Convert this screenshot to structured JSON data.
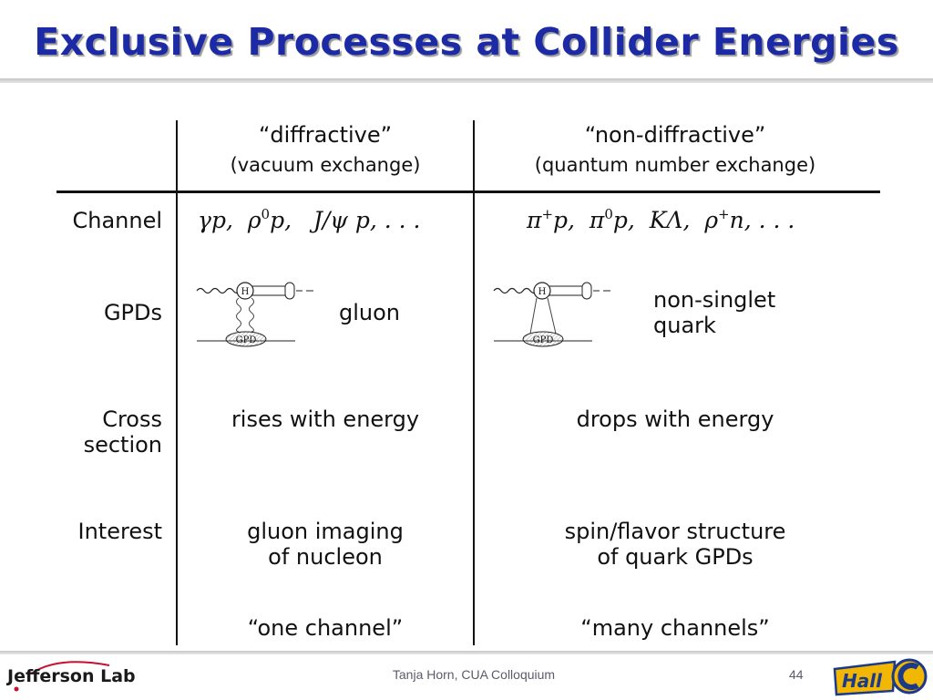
{
  "title": "Exclusive Processes at Collider Energies",
  "columns": {
    "diffractive": {
      "label": "“diffractive”",
      "sub": "(vacuum exchange)"
    },
    "nondiffractive": {
      "label": "“non-diffractive”",
      "sub": "(quantum number exchange)"
    }
  },
  "rows": {
    "channel": {
      "label": "Channel"
    },
    "gpds": {
      "label": "GPDs",
      "diffractive": "gluon",
      "nondiffractive_line1": "non-singlet",
      "nondiffractive_line2": "quark"
    },
    "cross": {
      "label_line1": "Cross",
      "label_line2": "section",
      "diffractive": "rises with energy",
      "nondiffractive": "drops with energy"
    },
    "interest": {
      "label": "Interest",
      "diffractive_line1": "gluon imaging",
      "diffractive_line2": "of nucleon",
      "nondiffractive_line1": "spin/flavor structure",
      "nondiffractive_line2": "of quark GPDs"
    },
    "summary": {
      "diffractive": "“one channel”",
      "nondiffractive": "“many channels”"
    }
  },
  "channels": {
    "diffractive": {
      "a": "γp,",
      "b": "ρ",
      "b_sup": "0",
      "b_rest": "p,",
      "c": "J/ψ p, . . ."
    },
    "nondiffractive": {
      "a": "π",
      "a_sup": "+",
      "a_rest": "p,",
      "b": "π",
      "b_sup": "0",
      "b_rest": "p,",
      "c": "KΛ,",
      "d": "ρ",
      "d_sup": "+",
      "d_rest": "n, . . ."
    }
  },
  "diagram": {
    "h_label": "H",
    "gpd_label": "GPD"
  },
  "footer": {
    "presenter": "Tanja Horn, CUA Colloquium",
    "page": "44",
    "logo_text": "Jefferson Lab"
  }
}
